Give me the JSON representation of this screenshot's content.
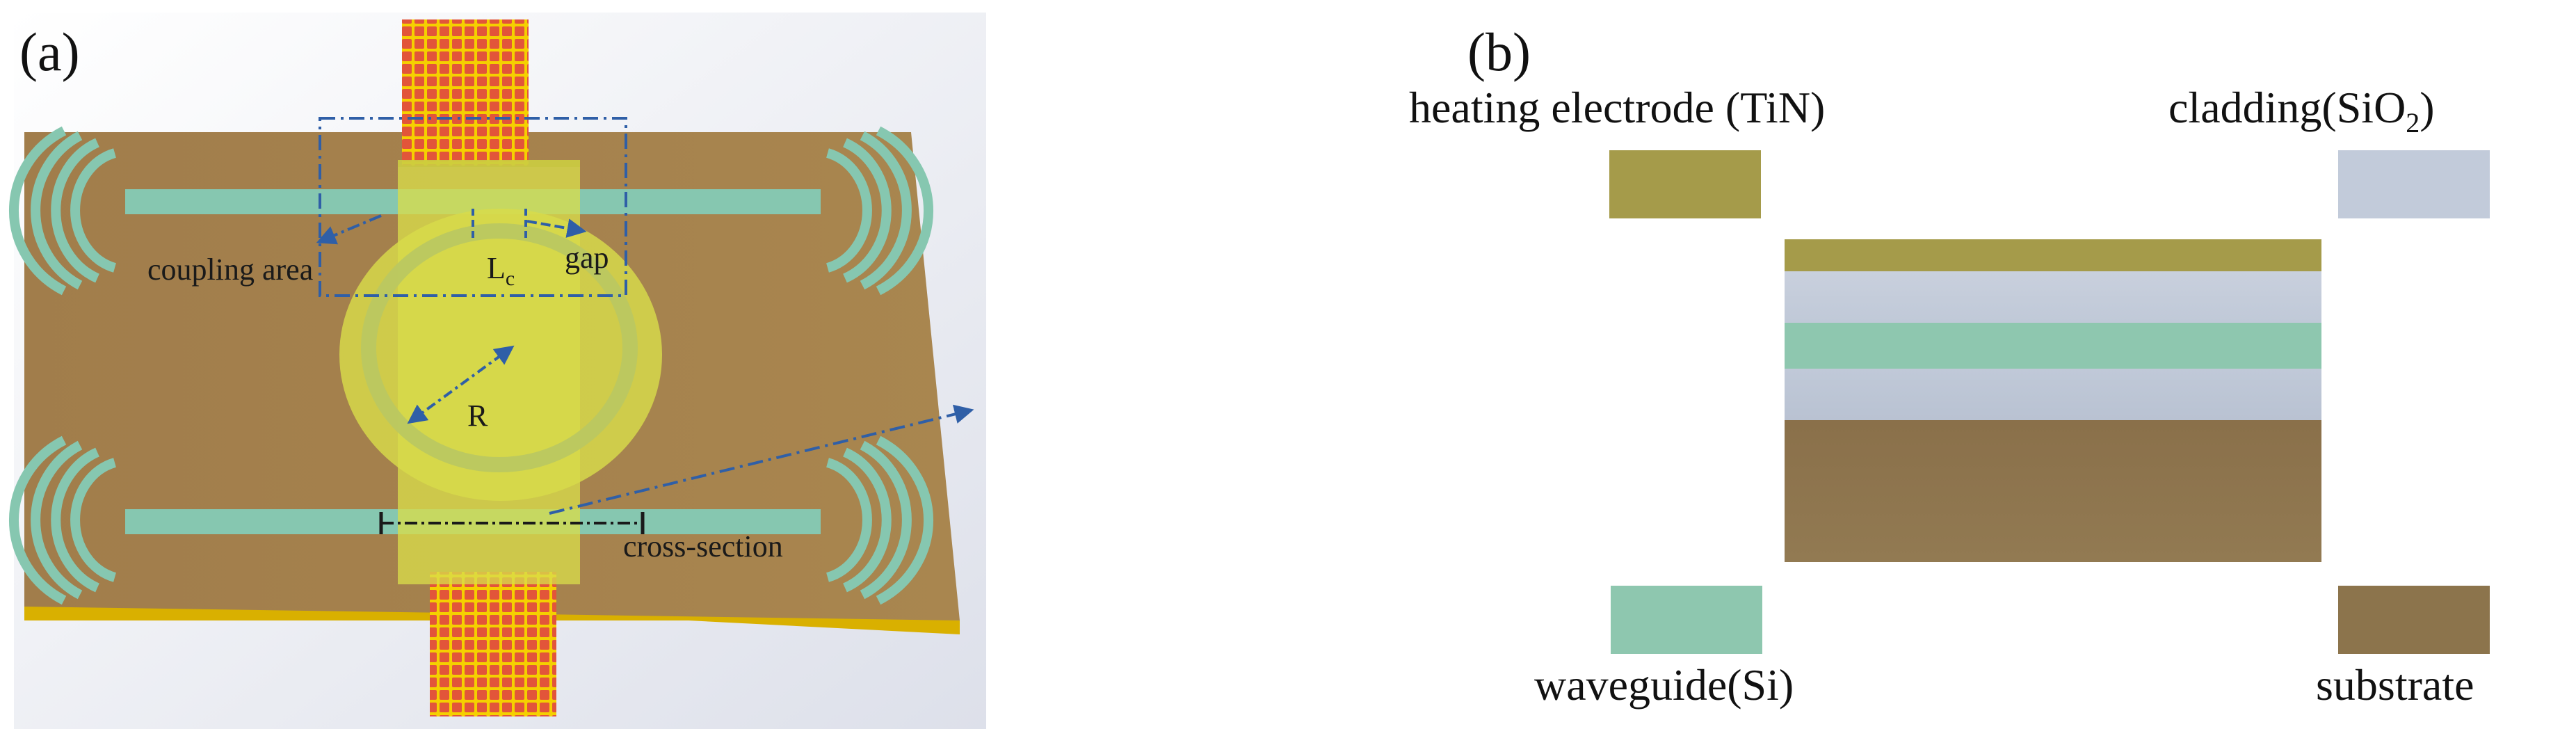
{
  "panel_a": {
    "label": "(a)",
    "annotations": {
      "coupling_area": "coupling area",
      "lc_main": "L",
      "lc_sub": "c",
      "gap": "gap",
      "radius": "R",
      "cross_section": "cross-section"
    }
  },
  "panel_b": {
    "label": "(b)",
    "legend": {
      "heating_electrode": {
        "label": "heating electrode (TiN)",
        "color": "#a59b4a"
      },
      "cladding": {
        "label_main": "cladding(SiO",
        "label_sub": "2",
        "label_end": ")",
        "color": "#c2cbda"
      },
      "waveguide": {
        "label": "waveguide(Si)",
        "color": "#8ec7af"
      },
      "substrate": {
        "label": "substrate",
        "color": "#8c744c"
      }
    },
    "layer_stack": [
      "heating electrode (TiN)",
      "cladding(SiO2)",
      "waveguide(Si)",
      "cladding(SiO2)",
      "substrate"
    ]
  },
  "colors": {
    "substrate_top": "#a8834e",
    "substrate_edge": "#d9b000",
    "waveguide": "#86c7b0",
    "heater": "#d8dc4a",
    "pad": "#e0603a",
    "dash_blue": "#2f5fa7"
  }
}
